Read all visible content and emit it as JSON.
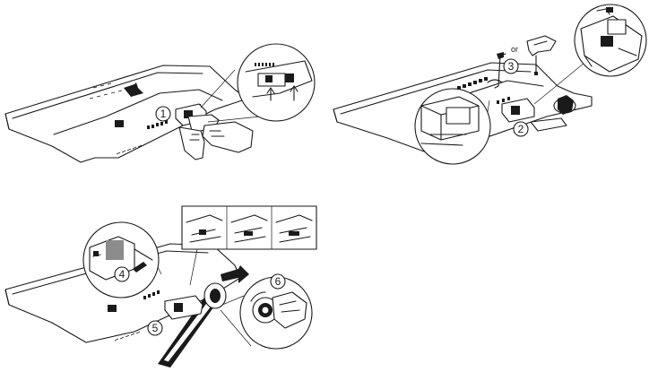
{
  "steps": {
    "step1": "1",
    "step2": "2",
    "step3": "3",
    "step4": "4",
    "step5": "5",
    "step6": "6"
  },
  "or_label": "or",
  "colors": {
    "line": "#1a1a1a",
    "paper": "#ffffff",
    "shade": "#8c8c8c"
  }
}
